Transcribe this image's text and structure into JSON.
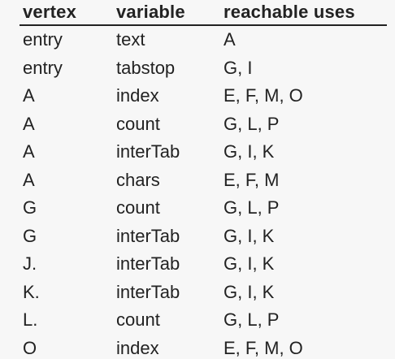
{
  "table": {
    "headers": [
      "vertex",
      "variable",
      "reachable uses"
    ],
    "rows": [
      [
        "entry",
        "text",
        "A"
      ],
      [
        "entry",
        "tabstop",
        "G, I"
      ],
      [
        "A",
        "index",
        "E, F, M, O"
      ],
      [
        "A",
        "count",
        "G, L, P"
      ],
      [
        "A",
        "interTab",
        "G, I, K"
      ],
      [
        "A",
        "chars",
        "E, F, M"
      ],
      [
        "G",
        "count",
        "G, L, P"
      ],
      [
        "G",
        "interTab",
        "G, I, K"
      ],
      [
        "J.",
        "interTab",
        "G, I, K"
      ],
      [
        "K.",
        "interTab",
        "G, I, K"
      ],
      [
        "L.",
        "count",
        "G, L, P"
      ],
      [
        "O",
        "index",
        "E, F, M, O"
      ]
    ]
  }
}
